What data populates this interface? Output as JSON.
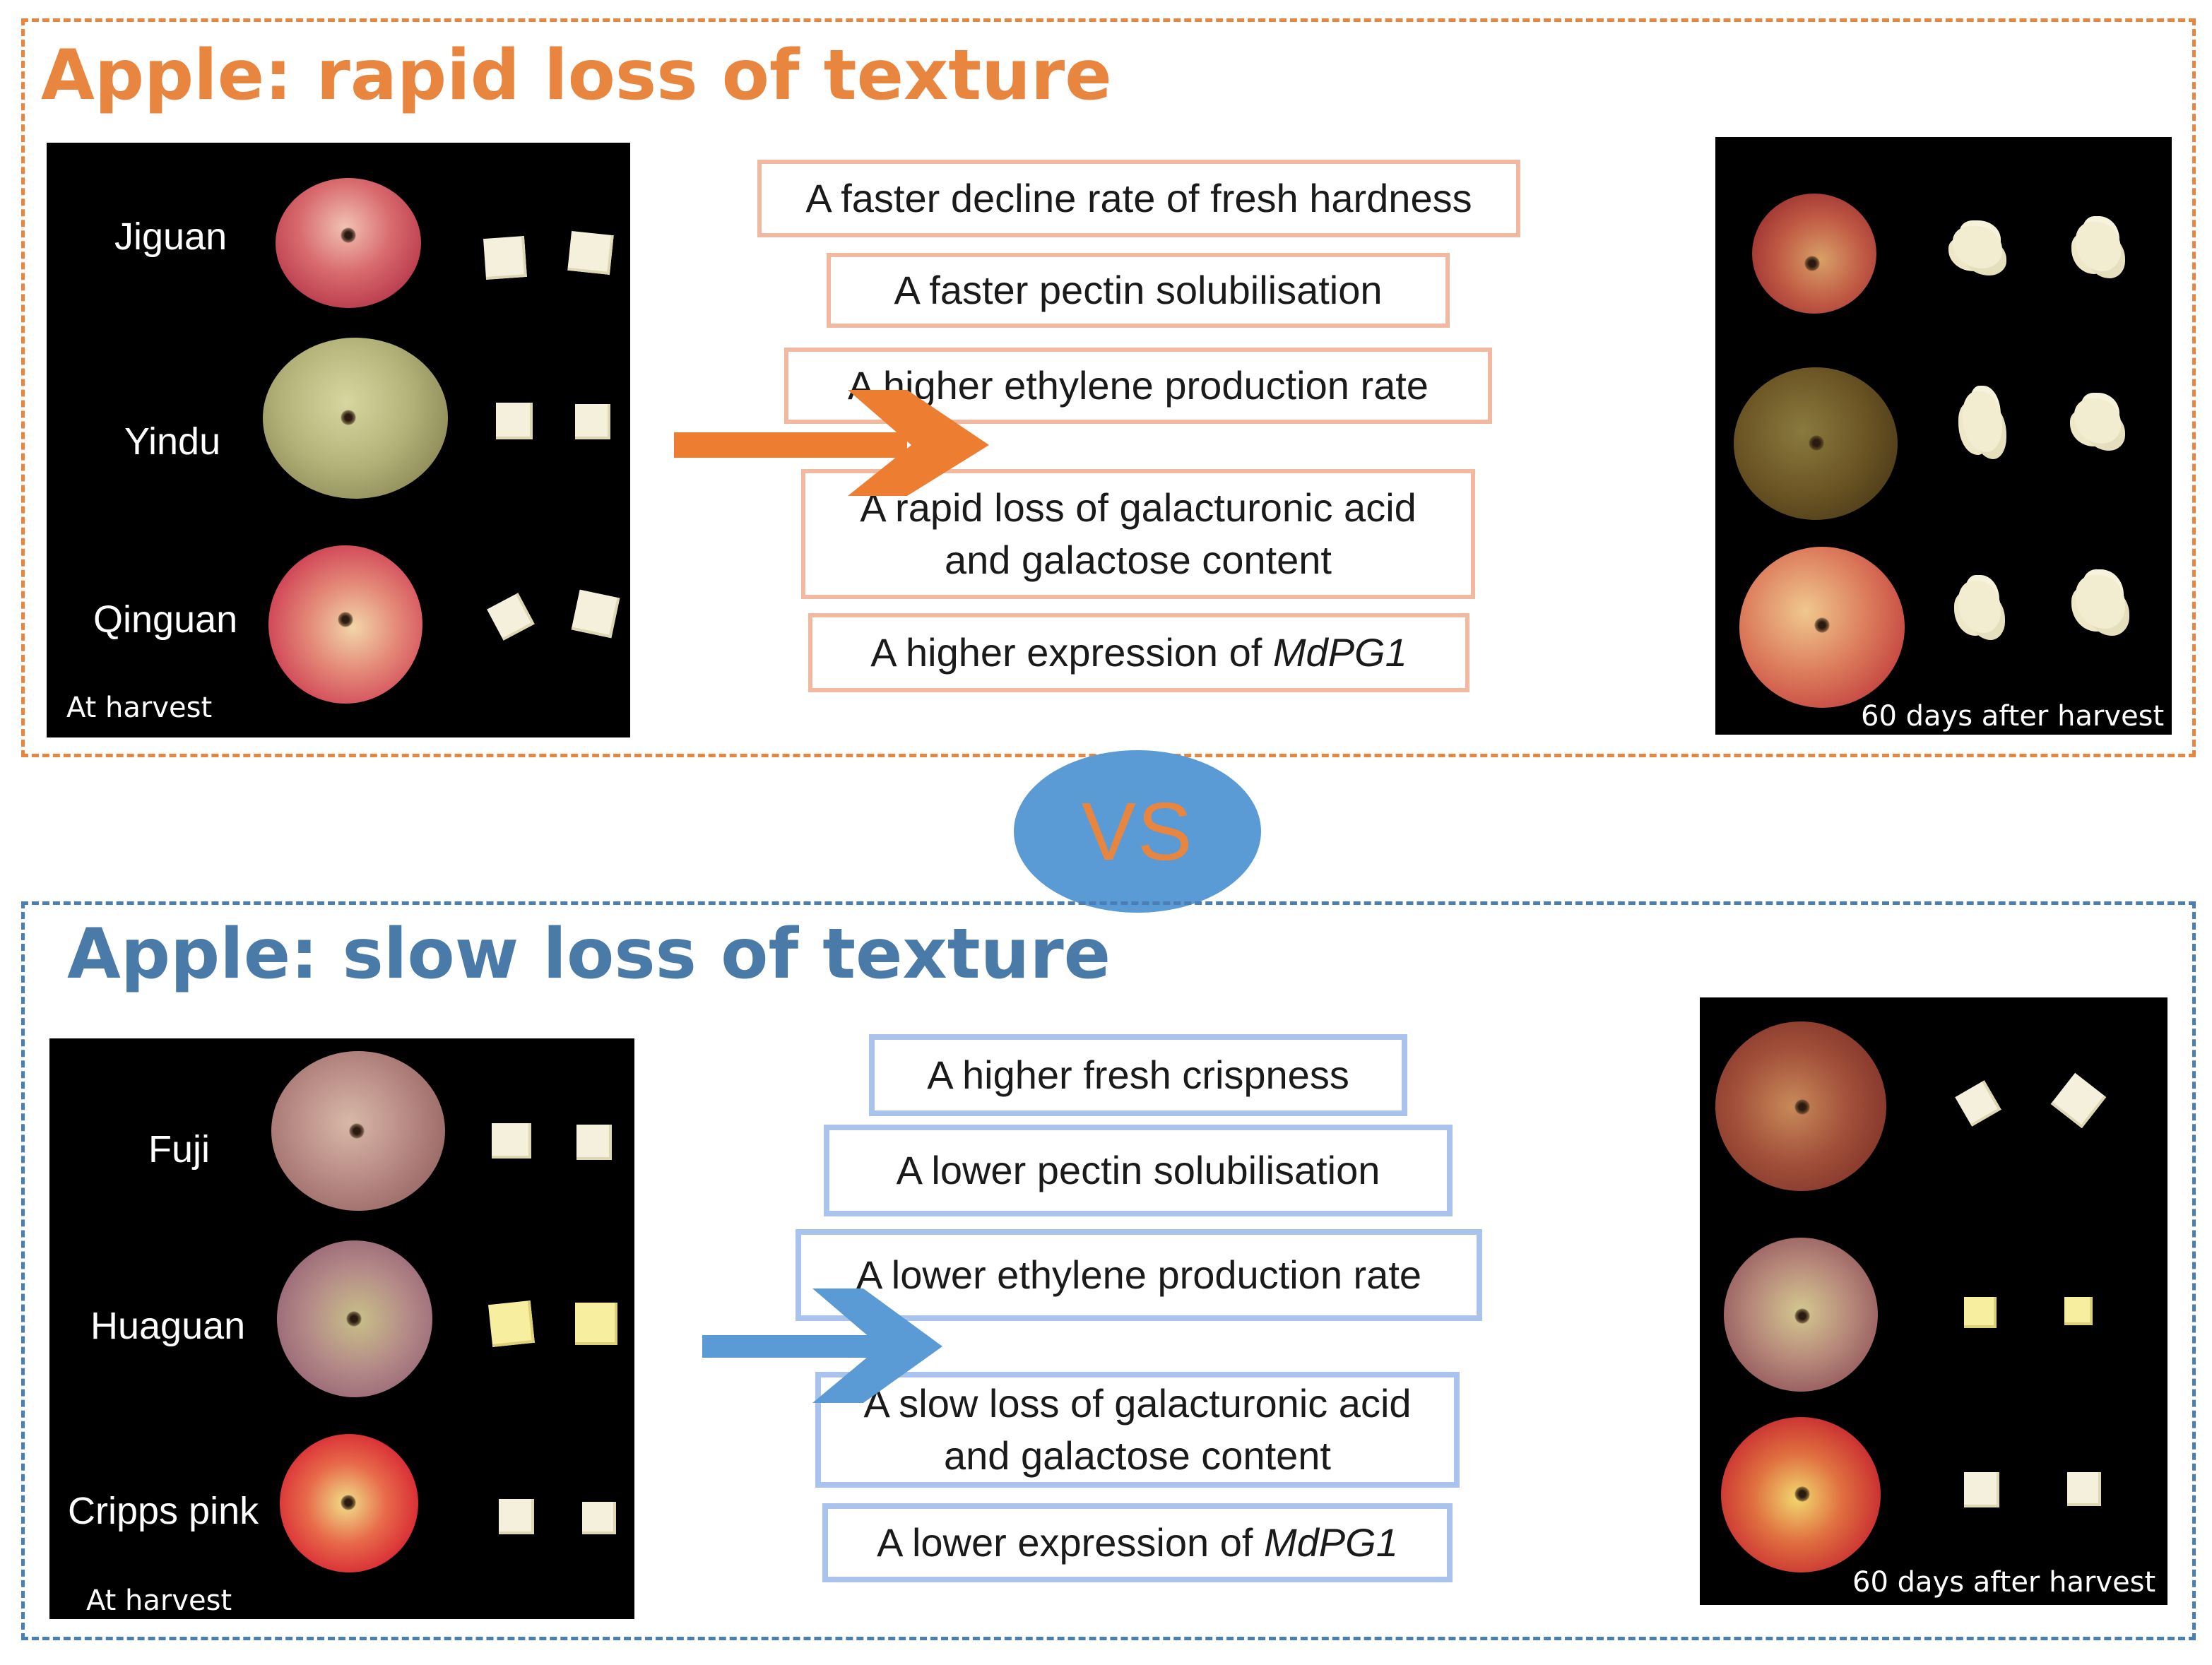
{
  "colors": {
    "rapid_accent": "#e8863f",
    "slow_accent": "#4a7aa8",
    "vs_circle": "#5b9bd5"
  },
  "top": {
    "title": "Apple: rapid loss of texture",
    "varieties": [
      "Jiguan",
      "Yindu",
      "Qinguan"
    ],
    "at_harvest": "At harvest",
    "after_harvest": "60 days after harvest",
    "traits": [
      {
        "text": "A faster decline rate of fresh hardness"
      },
      {
        "text": "A faster pectin solubilisation"
      },
      {
        "text": "A higher ethylene production rate"
      },
      {
        "line1": "A rapid loss of galacturonic acid",
        "line2": "and galactose content"
      },
      {
        "prefix": "A higher expression of ",
        "gene": "MdPG1"
      }
    ]
  },
  "vs_label": "VS",
  "bottom": {
    "title": "Apple: slow loss of texture",
    "varieties": [
      "Fuji",
      "Huaguan",
      "Cripps pink"
    ],
    "at_harvest": "At harvest",
    "after_harvest": "60 days after harvest",
    "traits": [
      {
        "text": "A higher fresh crispness"
      },
      {
        "text": "A lower pectin solubilisation"
      },
      {
        "text": "A lower ethylene production rate"
      },
      {
        "line1": "A slow loss of galacturonic acid",
        "line2": "and galactose content"
      },
      {
        "prefix": "A lower expression of ",
        "gene": "MdPG1"
      }
    ]
  }
}
